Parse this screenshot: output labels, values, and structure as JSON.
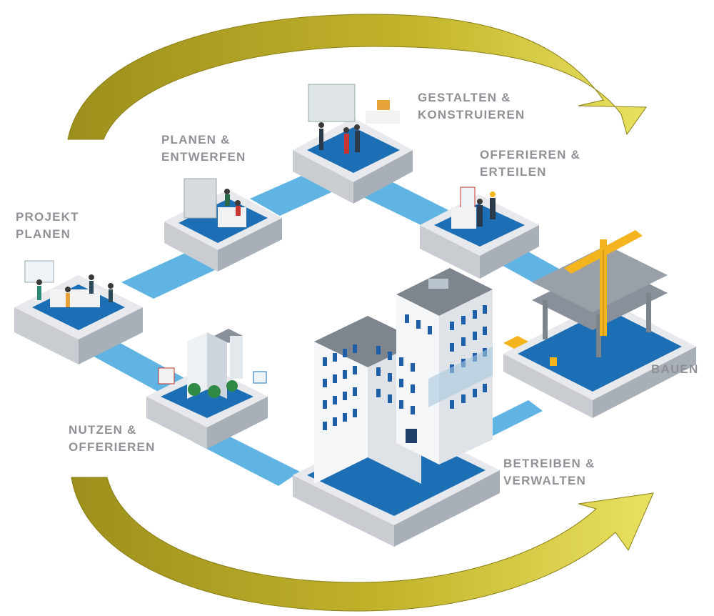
{
  "diagram": {
    "stages": [
      {
        "id": "projekt-planen",
        "lines": [
          "PROJEKT",
          "PLANEN"
        ]
      },
      {
        "id": "planen-entwerfen",
        "lines": [
          "PLANEN &",
          "ENTWERFEN"
        ]
      },
      {
        "id": "gestalten-konstruieren",
        "lines": [
          "GESTALTEN &",
          "KONSTRUIEREN"
        ]
      },
      {
        "id": "offerieren-erteilen",
        "lines": [
          "OFFERIEREN &",
          "ERTEILEN"
        ]
      },
      {
        "id": "bauen",
        "lines": [
          "BAUEN"
        ]
      },
      {
        "id": "betreiben-verwalten",
        "lines": [
          "BETREIBEN &",
          "VERWALTEN"
        ]
      },
      {
        "id": "nutzen-offerieren",
        "lines": [
          "NUTZEN &",
          "OFFERIEREN"
        ]
      }
    ],
    "colors": {
      "arrow_olive": "#b8aa28",
      "arrow_light": "#e6df5a",
      "path_blue": "#5fb4e4",
      "platform_blue": "#1d6fb5",
      "platform_gray": "#c9cdd2",
      "label_gray": "#8e9196",
      "crane_yellow": "#f3b41d"
    },
    "icons": [
      "cycle-arrow-top",
      "cycle-arrow-bottom",
      "crane-icon",
      "office-building-icon"
    ]
  }
}
